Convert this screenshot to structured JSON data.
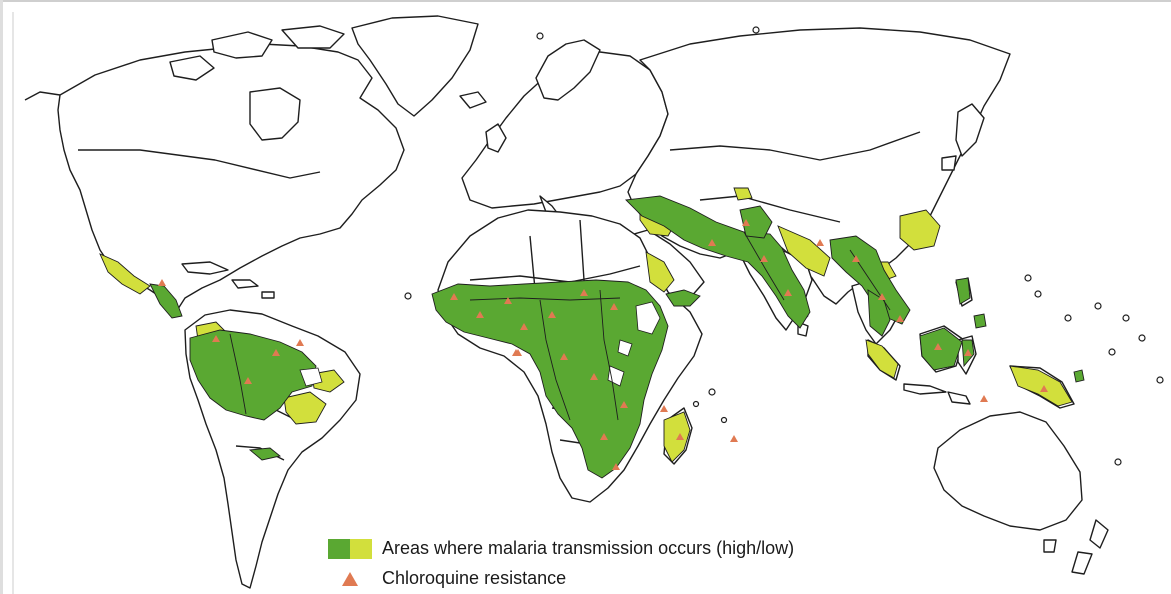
{
  "colors": {
    "high": "#5aa832",
    "low": "#d2df3c",
    "resistance": "#e07a52",
    "border": "#1e1e1e",
    "land": "#ffffff"
  },
  "legend": {
    "items": [
      {
        "key": "transmission",
        "label": "Areas where malaria transmission occurs (high/low)",
        "icon": "green-yellow-swatch"
      },
      {
        "key": "resistance",
        "label": "Chloroquine resistance",
        "icon": "triangle-icon"
      }
    ]
  }
}
